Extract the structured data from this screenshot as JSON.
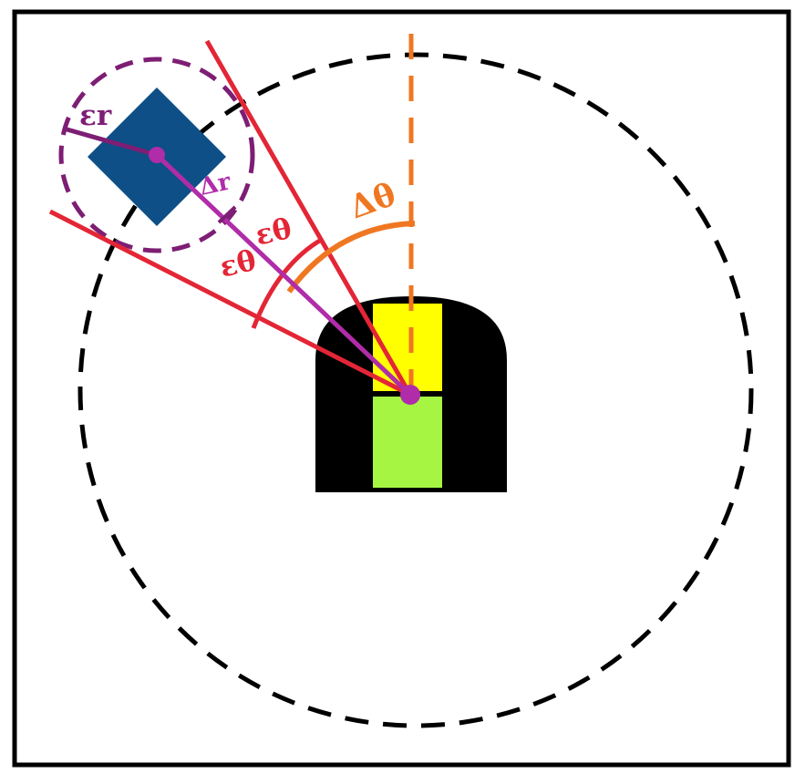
{
  "labels": {
    "epsilon_r": "εr",
    "delta_r": "Δr",
    "epsilon_theta_1": "εθ",
    "epsilon_theta_2": "εθ",
    "delta_theta": "Δθ"
  },
  "colors": {
    "frame": "#000000",
    "range_circle": "#000000",
    "target_square": "#0d4f86",
    "uncertainty_circle": "#7d1e74",
    "boundary_lines": "#e32636",
    "reference_line": "#f07722",
    "delta_theta_arc": "#f07722",
    "bearing_line": "#b02ca8",
    "robot_body": "#000000",
    "robot_front": "#ffff00",
    "robot_rear": "#a5f542",
    "center_dot": "#b02ca8"
  }
}
